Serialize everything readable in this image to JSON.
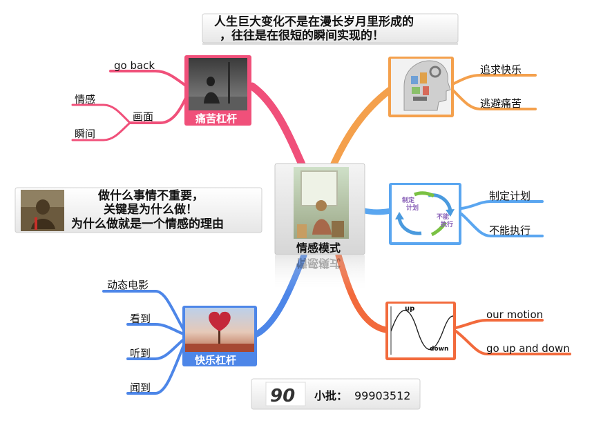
{
  "header": {
    "line1": "人生巨大变化不是在漫长岁月里形成的",
    "line2": "，往往是在很短的瞬间实现的！"
  },
  "center": {
    "label": "情感模式",
    "reflection": "情感模式"
  },
  "quote": {
    "line1": "做什么事情不重要，",
    "line2": "关键是为什么做！",
    "line3": "为什么做就是一个情感的理由"
  },
  "branches": {
    "pain": {
      "caption": "痛苦杠杆",
      "go_back": "go back",
      "picture": "画面",
      "emotion": "情感",
      "moment": "瞬间",
      "color": "#f0507a"
    },
    "joy": {
      "caption": "快乐杠杆",
      "movie": "动态电影",
      "see": "看到",
      "hear": "听到",
      "smell": "闻到",
      "color": "#4d86e8"
    },
    "brain": {
      "pursue": "追求快乐",
      "avoid": "逃避痛苦",
      "color": "#f4a04c"
    },
    "cycle": {
      "img_top": "制定计划",
      "img_bottom": "不能执行",
      "plan": "制定计划",
      "fail": "不能执行",
      "color": "#5aa6f0"
    },
    "wave": {
      "up": "up",
      "down": "down",
      "motion": "our motion",
      "updown": "go up and down",
      "color": "#f26a3c"
    }
  },
  "footer": {
    "logo": "90",
    "contact_label": "小批：",
    "contact_number": "99903512"
  }
}
